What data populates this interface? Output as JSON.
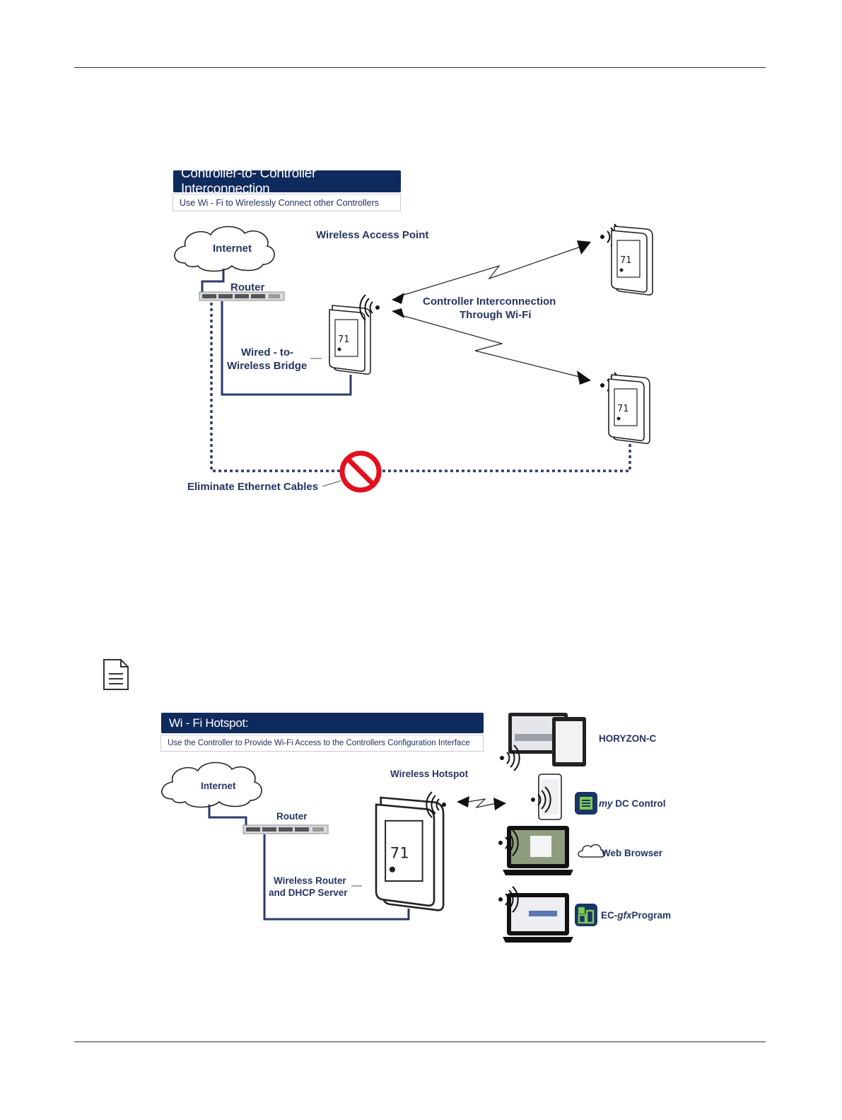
{
  "diagram1": {
    "title": "Controller-to- Controller Interconnection",
    "subtitle": "Use Wi - Fi to Wirelessly Connect other Controllers",
    "labels": {
      "internet": "Internet",
      "router": "Router",
      "wap": "Wireless Access Point",
      "interconnect_l1": "Controller Interconnection",
      "interconnect_l2": "Through Wi-Fi",
      "bridge_l1": "Wired - to-",
      "bridge_l2": "Wireless Bridge",
      "eliminate": "Eliminate Ethernet Cables"
    }
  },
  "diagram2": {
    "title": "Wi - Fi Hotspot:",
    "subtitle": "Use the Controller to Provide Wi-Fi Access to the Controllers Configuration Interface",
    "labels": {
      "internet": "Internet",
      "router": "Router",
      "hotspot": "Wireless Hotspot",
      "wrouter_l1": "Wireless Router",
      "wrouter_l2": "and DHCP Server",
      "horyzon": "HORYZON-C",
      "mydc_italic": "my",
      "mydc_rest": " DC Control",
      "web_browser": "Web Browser",
      "ecgfx_pre": "EC-",
      "ecgfx_italic": "gfx",
      "ecgfx_post": "Program"
    }
  },
  "thermostat_reading": "71",
  "colors": {
    "navy": "#0f2a5c",
    "label": "#263561",
    "cable": "#2a3a6b",
    "prohibit": "#e3101e"
  },
  "icons": [
    "note-icon",
    "cloud-icon",
    "router-icon",
    "thermostat-icon",
    "wifi-signal-icon",
    "prohibited-icon",
    "tablet-icon",
    "phone-icon",
    "laptop-icon",
    "app-icon"
  ]
}
